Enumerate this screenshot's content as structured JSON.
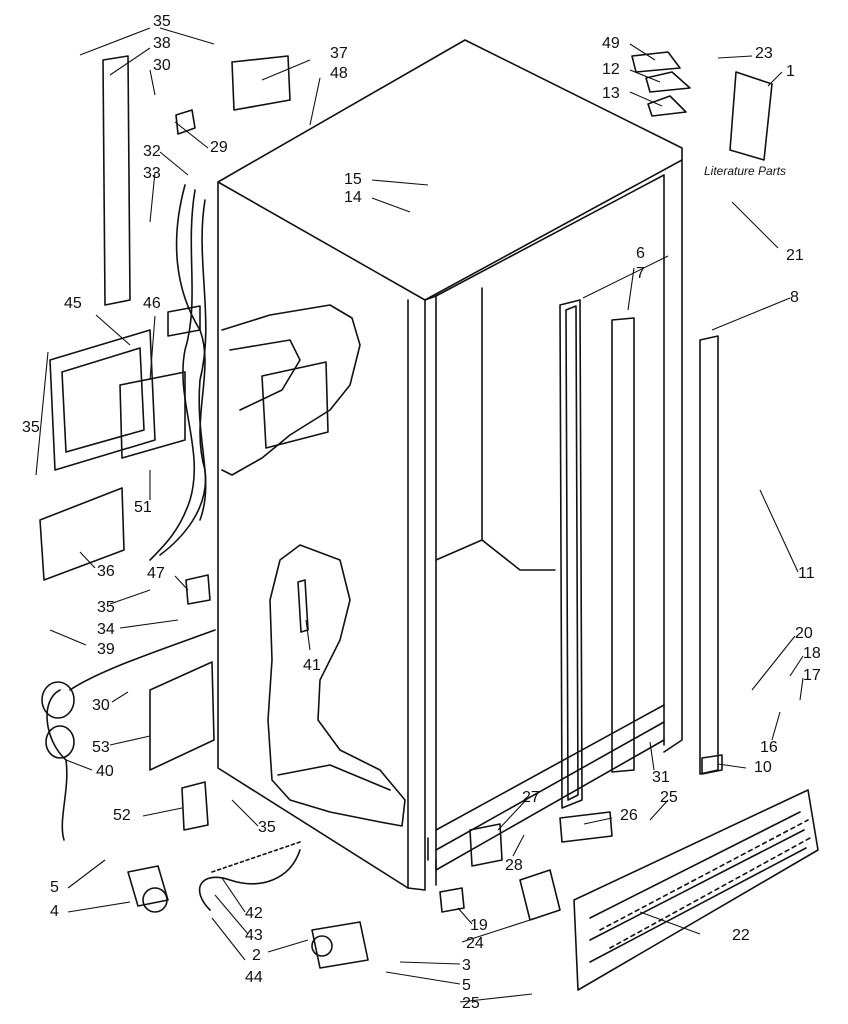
{
  "diagram": {
    "literature_label": "Literature Parts",
    "callouts": [
      "35",
      "38",
      "30",
      "29",
      "37",
      "48",
      "32",
      "33",
      "45",
      "46",
      "35",
      "51",
      "36",
      "47",
      "35",
      "34",
      "39",
      "41",
      "30",
      "53",
      "40",
      "52",
      "35",
      "5",
      "4",
      "42",
      "43",
      "44",
      "2",
      "49",
      "12",
      "13",
      "23",
      "1",
      "15",
      "14",
      "21",
      "6",
      "7",
      "8",
      "11",
      "20",
      "18",
      "17",
      "16",
      "31",
      "10",
      "27",
      "26",
      "25",
      "28",
      "19",
      "24",
      "22",
      "3",
      "5",
      "25"
    ]
  }
}
